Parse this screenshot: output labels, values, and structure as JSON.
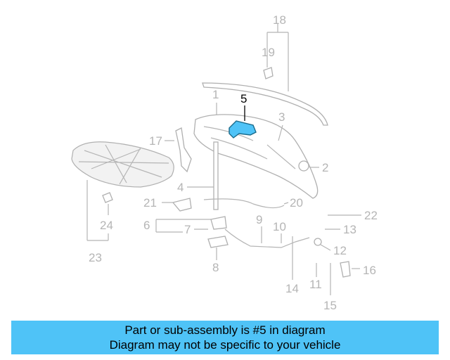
{
  "highlight": {
    "part_number": "5",
    "color": "#4fc3f7"
  },
  "callouts": [
    "1",
    "2",
    "3",
    "4",
    "5",
    "6",
    "7",
    "8",
    "9",
    "10",
    "11",
    "12",
    "13",
    "14",
    "15",
    "16",
    "17",
    "18",
    "19",
    "20",
    "21",
    "22",
    "23",
    "24"
  ],
  "banner": {
    "line1": "Part or sub-assembly is #5 in diagram",
    "line2": "Diagram may not be specific to your vehicle",
    "background": "#4fc3f7"
  }
}
